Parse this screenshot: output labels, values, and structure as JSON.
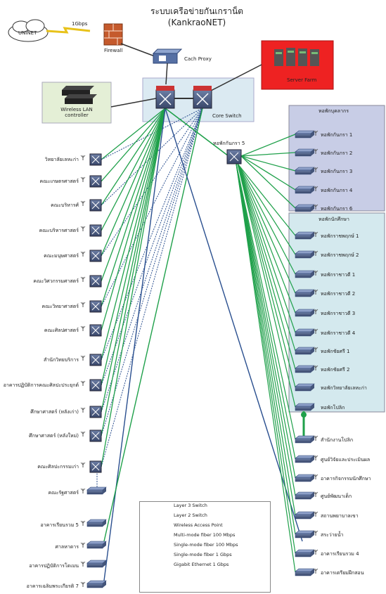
{
  "title": "ระบบเครือข่ายกันเกราน็ต",
  "subtitle": "(KankraoNET)",
  "nodes": {
    "uninet": "UNINET",
    "link_speed": "1Gbps",
    "firewall": "Firewall",
    "cache_proxy": "Cach Proxy",
    "server_farm": "Server Farm",
    "wlan_controller": "Wireless LAN controller",
    "core_switch": "Core Switch",
    "dorm5": "หอพักกันกรา 5"
  },
  "left_buildings": [
    "วิทยาลัยเลหะก่า",
    "คณะเกษตรศาสตร์",
    "คณะบริหารศ์",
    "คณะบริหารศาสตร์",
    "คณะมนุษศาสตร์",
    "คณะวิศวกรรมศาสตร์",
    "คณะวิทยาศาสตร์",
    "คณะศิลปศาสตร์",
    "สำนักวิทยบริการ",
    "อาคารปฏิบัติการคณะศิลปะประยุกต์",
    "ศึกษาศาสตร์ (หลังเก่า)",
    "ศึกษาศาสตร์ (หลังใหม่)",
    "คณะศิลปะกรรมเก่า",
    "คณะรัฐศาสตร์",
    "อาคารเรียนรวม 5",
    "ศาลหาดาร",
    "อาคารปฏิบัติการโดเมน",
    "อาคารเฉลิมพระเกียรติ 7"
  ],
  "dorm_group_a": {
    "header": "หอพักบุคลากร",
    "items": [
      "หอพักกันกรา 1",
      "หอพักกันกรา 2",
      "หอพักกันกรา 3",
      "หอพักกันกรา 4",
      "หอพักกันกรา 6"
    ]
  },
  "dorm_group_b": {
    "header": "หอพักนักศึกษา",
    "items": [
      "หอพักราชพฤกษ์ 1",
      "หอพักราชพฤกษ์ 2",
      "หอพักราชาวดี 1",
      "หอพักราชาวดี 2",
      "หอพักราชาวดี 3",
      "หอพักราชาวดี 4",
      "หอพักชัยศรี 1",
      "หอพักชัยศรี 2",
      "หอพักวิทยาลัยเลหะก่า",
      "หอพักโปลิก"
    ]
  },
  "right_lower": [
    "สำนักงานโปลิก",
    "ศูนย์วิจัยและประเมินผล",
    "อาคารกิจกรรมนักศึกษา",
    "ศูนย์พัฒนาเด็ก",
    "สถานพยาบาลเขา",
    "สระว่ายน้ำ",
    "อาคารเรียนรวม 4",
    "อาคารเตรียมฝึกสอน"
  ],
  "legend": [
    "Layer 3 Switch",
    "Layer 2 Switch",
    "Wireless Access Point",
    "Multi-mode fiber 100 Mbps",
    "Single-mode fiber 100 Mbps",
    "Single-mode fiber 1 Gbps",
    "Gigabit Ethernet 1 Gbps"
  ],
  "colors": {
    "fiber_green": "#1fa04a",
    "multimode_blue": "#2a4f8f",
    "server_red": "#ee2222",
    "panel_blue": "#c8cde6",
    "panel_cyan": "#d4e9ee",
    "panel_green": "#e4efd6"
  }
}
